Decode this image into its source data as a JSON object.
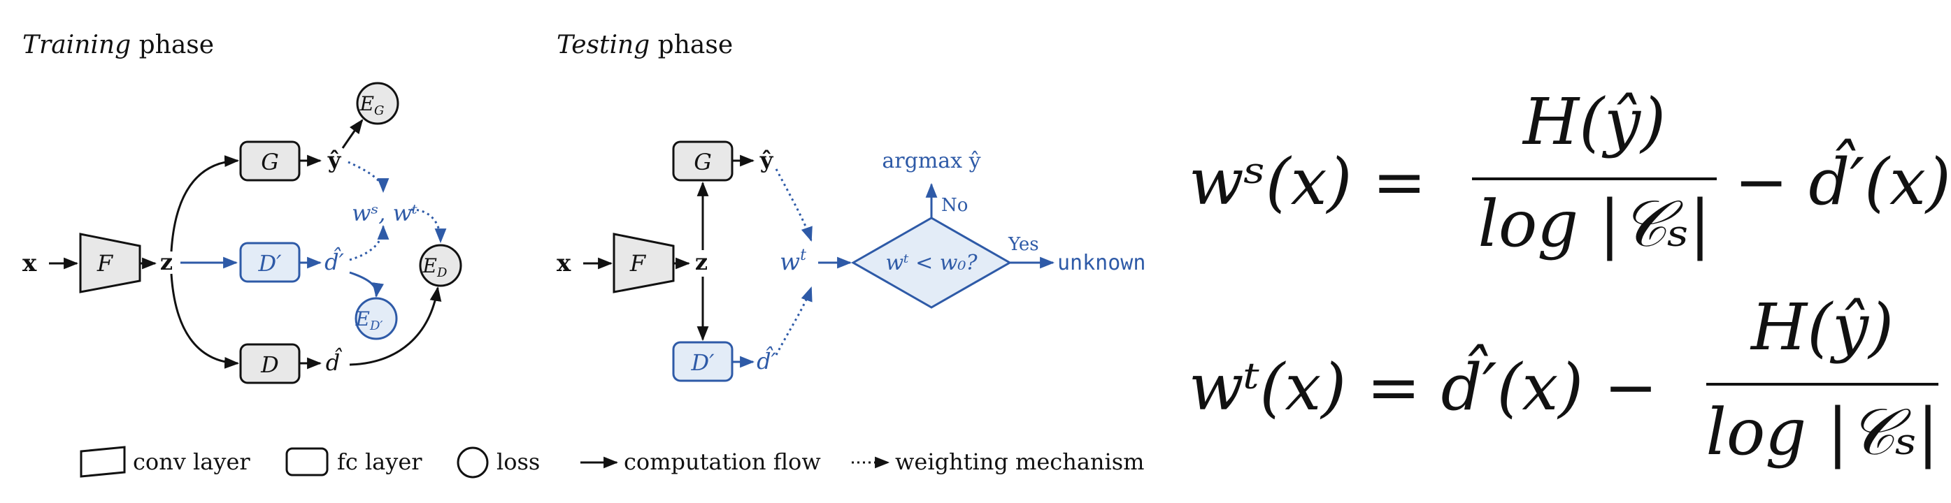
{
  "colors": {
    "black": "#111111",
    "blue": "#2E5AA7",
    "box_fill": "#E8E8E8",
    "blue_fill": "#E3ECF7"
  },
  "training": {
    "title_italic": "Training",
    "title_rest": "phase",
    "x": "x",
    "F": "F",
    "z": "z",
    "G": "G",
    "Dp": "D′",
    "D": "D",
    "y_hat": "ŷ",
    "dp_hat": "d̂′",
    "d_hat": "d̂",
    "EG_main": "E",
    "EG_sub": "G",
    "ED_main": "E",
    "ED_sub": "D",
    "EDp_main": "E",
    "EDp_sub": "D′",
    "ws_wt": "wˢ, wᵗ"
  },
  "testing": {
    "title_italic": "Testing",
    "title_rest": "phase",
    "x": "x",
    "F": "F",
    "z": "z",
    "G": "G",
    "Dp": "D′",
    "y_hat": "ŷ",
    "dp_hat": "d̂′",
    "wt_main": "w",
    "wt_sup": "t",
    "diamond_text": "wᵗ < w₀?",
    "no_label": "No",
    "yes_label": "Yes",
    "argmax": "argmax ŷ",
    "unknown": "unknown"
  },
  "legend": {
    "conv": "conv layer",
    "fc": "fc layer",
    "loss": "loss",
    "flow": "computation flow",
    "weighting": "weighting mechanism"
  },
  "equations": {
    "eq1": {
      "lhs": "wˢ(x) =",
      "num": "H(ŷ)",
      "den": "log |𝒞ₛ|",
      "rest": "− d̂′(x)"
    },
    "eq2": {
      "lhs": "wᵗ(x) = d̂′(x) −",
      "num": "H(ŷ)",
      "den": "log |𝒞ₛ|"
    }
  }
}
